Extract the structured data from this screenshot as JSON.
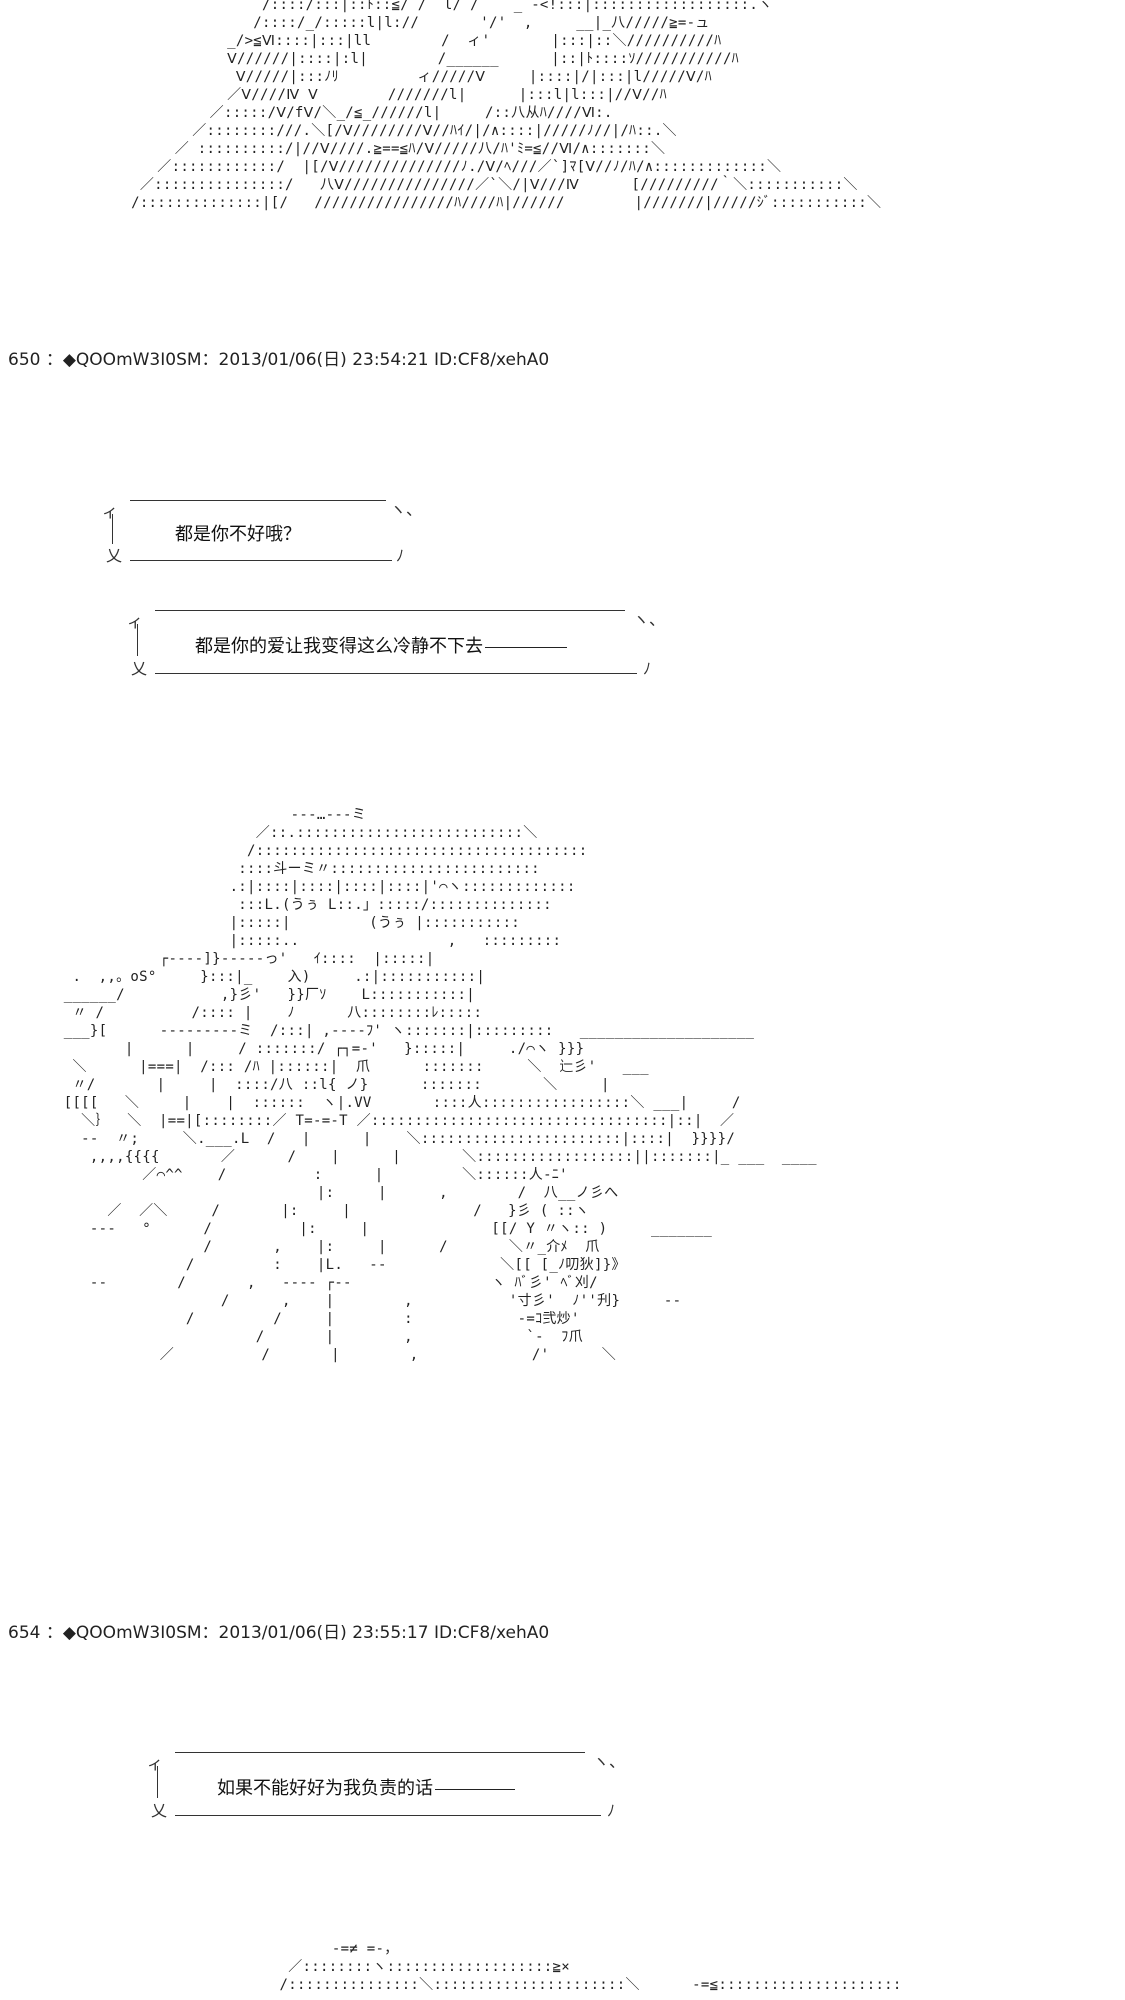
{
  "art_top": [
    "                      /::::/:::|::ﾄ::≦/ /  l/ /    _ -<!:::|::::::::::::::::::.ヽ",
    "                     /::::/_/:::::l|l://       '/'  ,     __|_八/////≧=-ュ",
    "                  _/>≦Ⅵ::::|:::|ll        /  ィ'       |:::|::＼//////////ﾊ",
    "                  Ⅴ//////|::::|:l|        /______      |::|ﾄ::::ｿ///////////ﾊ",
    "                   Ⅴ/////|:::ﾉﾘ         ィ/////Ⅴ     |::::|/|:::|l/////Ⅴ/ﾊ",
    "                  ／Ⅴ////Ⅳ Ⅴ        ///////l|      |:::l|l:::|//Ⅴ//ﾊ",
    "                ／:::::/Ⅴ/fⅤ/＼_/≦_//////l|     /::八从ﾊ////Ⅵ:.",
    "              ／::::::::///.＼[/Ⅴ////////Ⅴ//ﾊｲ/|/∧::::|/////ﾉ//|/ﾊ::.＼",
    "            ／ ::::::::::/|//Ⅴ////.≧==≦ﾊ/Ⅴ/////八/ﾊ'ﾐ=≦//Ⅵ/∧:::::::＼",
    "          ／::::::::::::/  |[/Ⅴ//////////////ﾉ./Ⅴ/ﾍ///／`]ﾏ[Ⅴ//ﾉ/ﾊ/∧:::::::::::::＼",
    "        ／:::::::::::::::/   八Ⅴ///////////////／`＼/|Ⅴ///Ⅳ      [/////////｀＼:::::::::::＼",
    "       /::::::::::::::|[/   ////////////////ﾊ////ﾊ|//////        |///////|/////ｼﾞ:::::::::::＼"
  ],
  "posts": [
    {
      "header": "650 ：◆QOOmW3I0SM：2013/01/06(日) 23:54:21 ID:CF8/xehA0"
    },
    {
      "header": "654 ：◆QOOmW3I0SM：2013/01/06(日) 23:55:17 ID:CF8/xehA0"
    }
  ],
  "bubbles": [
    {
      "text": "都是你不好哦？"
    },
    {
      "text": "都是你的爱让我变得这么冷静不下去"
    },
    {
      "text": "如果不能好好为我负责的话"
    }
  ],
  "bubble_corner_top_left": "ィ",
  "bubble_corner_top_right": "ヽ、",
  "bubble_corner_bottom_left": "乂",
  "bubble_corner_bottom_right": "ﾉ",
  "art_middle": [
    "                           --‐…‐--ミ",
    "                       ／::.::::::::::::::::::::::::::＼",
    "                      /::::::::::::::::::::::::::::::::::::::",
    "                     ::::斗ーミ〃::::::::::::::::::::::::",
    "                    .:|::::|::::|::::|::::|'⌒ヽ:::::::::::::",
    "                     :::L.(うぅ L::.」:::::/::::::::::::::",
    "                    |:::::|         (うぅ |:::::::::::",
    "                    |:::::..                 ,   :::::::::",
    "            ┌‐‐‐‐]}‐‐‐‐‐っ'   ｲ::::  |:::::|",
    "  .  ,,。oS°     }:::|_    入)     .:|:::::::::::|",
    " ______/           ,}彡'   }}厂ｿ    L:::::::::::|",
    "  〃 /          /:::: |    ﾉ      八::::::::ﾚ:::::",
    " ___}[      ‐‐‐‐‐‐‐‐-ミ  /:::| ,‐‐‐‐ﾌ' ヽ:::::::|:::::::::   ____________________",
    "        |      |     / :::::::/ ┌┐=‐'   }:::::|     ./⌒ヽ }}}",
    "  ＼      |===|  /::: /ﾊ |::::::|  爪      :::::::     ＼  辷彡'   ___",
    "  〃/       |     |  ::::/八 ::l{ ノ}      :::::::       ＼     |",
    " [[[[   ＼     |    |  ::::::  ヽ|.VV       ::::人:::::::::::::::::＼ ___|     /",
    "   ＼｝  ＼  |==|[::::::::／ T=‐=‐T ／::::::::::::::::::::::::::::::::::|::|  ／",
    "   --  〃;     ＼.___.L  /   |      |    ＼:::::::::::::::::::::::|::::|  }}}}/",
    "    ,,,,{{{{       ／      /    |      |       ＼::::::::::::::::::||:::::::|_ ___  ____",
    "          ／⌒^^    /          :      |         ＼::::::人-ﾆ'",
    "                              |:     |      ,        /  八__ノ彡へ",
    "      ／  ／＼     /       |:     |              /   }彡 ( ::ヽ",
    "    ---   °      /          |:     |              [[/ Y 〃ヽ:: )     _______",
    "                 /       ,    |:     |      /       ＼〃_介ﾒ  爪",
    "               /         :    |L.   --             ＼[[ [_ﾉ叨狄]}》",
    "    --        /       ,   ‐‐‐‐ ┌‐‐                ヽ ﾊﾞ彡' ﾍﾞ刈/",
    "                   /      ,    |        ,           '寸彡'  ﾉ''刋}     --",
    "               /         /     |        :            ‐=ｺ弐炒'",
    "                       /       |        ,             `‐  ﾌ爪",
    "            ／          /       |        ,             /'      ＼"
  ],
  "art_bottom": [
    "                              -=≠ =-，",
    "                         ／::::::::ヽ:::::::::::::::::::≧×",
    "                        /:::::::::::::::＼::::::::::::::::::::::＼      -=≦:::::::::::::::::::::"
  ]
}
